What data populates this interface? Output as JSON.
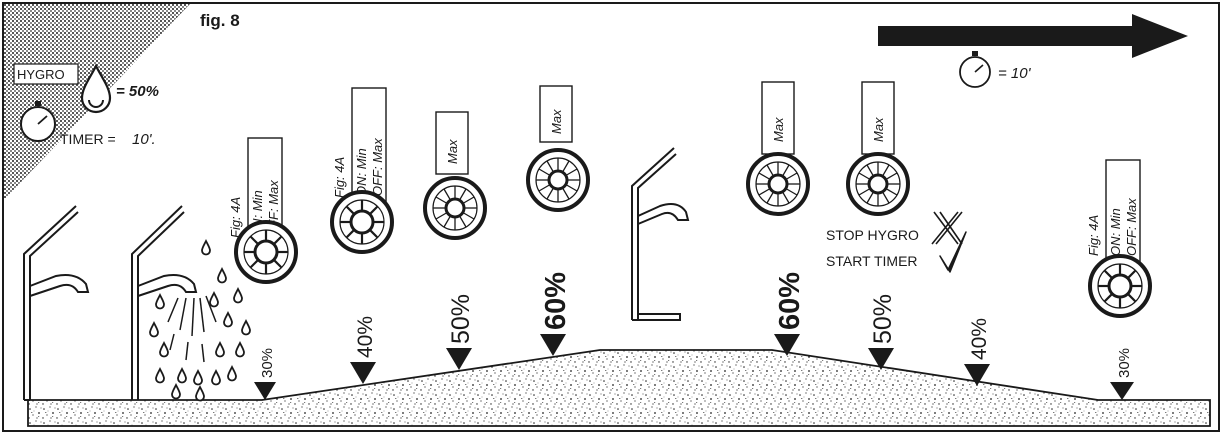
{
  "figure_label": "fig. 8",
  "legend": {
    "hygro_label": "HYGRO",
    "hygro_value": "= 50%",
    "timer_label": "TIMER =",
    "timer_value": "10'.",
    "stopwatch_value": "= 10'"
  },
  "notes": {
    "stop_hygro": "STOP HYGRO",
    "start_timer": "START TIMER"
  },
  "fan_labels": {
    "fig4a": "Fig: 4A",
    "on_min": "ON: Min",
    "off_max": "OFF: Max",
    "max": "Max"
  },
  "humidity_markers": [
    "30%",
    "40%",
    "50%",
    "60%",
    "60%",
    "50%",
    "40%",
    "30%"
  ],
  "colors": {
    "ink": "#1a1a1a",
    "background": "#ffffff"
  }
}
